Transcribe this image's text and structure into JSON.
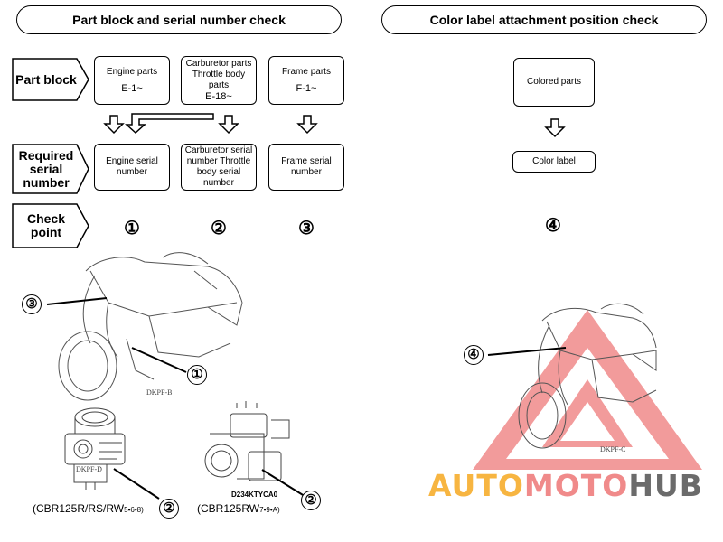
{
  "headers": {
    "left": "Part block and serial number check",
    "right": "Color label attachment position check"
  },
  "row_labels": {
    "part_block": "Part block",
    "required_serial": "Required serial number",
    "check_point": "Check point"
  },
  "part_blocks": [
    {
      "name": "Engine parts",
      "code": "E-1~"
    },
    {
      "name": "Carburetor parts Throttle body parts",
      "code": "E-18~"
    },
    {
      "name": "Frame parts",
      "code": "F-1~"
    }
  ],
  "serial_numbers": [
    "Engine serial number",
    "Carburetor serial number Throttle body serial number",
    "Frame serial number"
  ],
  "check_points": [
    "①",
    "②",
    "③",
    "④"
  ],
  "color_flow": {
    "colored_parts": "Colored parts",
    "color_label": "Color label"
  },
  "illustrations": {
    "callouts": [
      "③",
      "①",
      "②",
      "②",
      "④"
    ],
    "carb_caption_main": "(CBR125R/RS/RW",
    "carb_caption_sub": "5•6•8)",
    "throttle_caption_main": "(CBR125RW",
    "throttle_caption_sub": "7•9•A)",
    "throttle_code": "D234KTYCA0",
    "fig_code_bike_left": "DKPF-B",
    "fig_code_carb": "DKPF-D",
    "fig_code_bike_right": "DKPF-C"
  },
  "watermark": {
    "part1": "AUTO",
    "part2": "MOTO",
    "part3": "HUB",
    "colors": {
      "yellow": "#f7b541",
      "red": "#f08a8a",
      "gray": "#6b6b6b"
    }
  }
}
